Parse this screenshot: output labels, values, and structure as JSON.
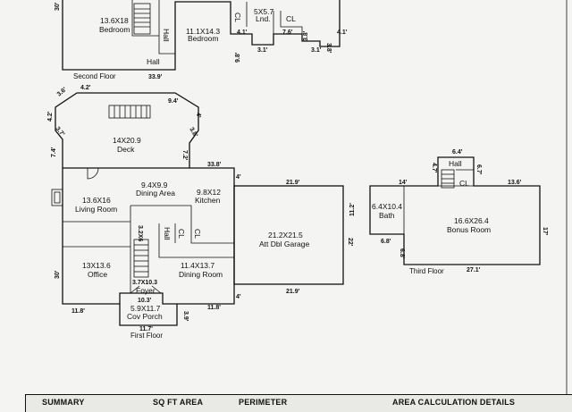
{
  "second_floor": {
    "label": "Second Floor",
    "rooms": [
      "13.6X18",
      "Bedroom",
      "Hall",
      "11.1X14.3",
      "Bedroom",
      "CL",
      "5X5.7",
      "Lnd.",
      "CL",
      "Hall"
    ],
    "dims": [
      "30'",
      "4.1'",
      "9.8'",
      "3.1'",
      "7.6'",
      "3.8'",
      "3.1'",
      "3.8'",
      "4.1'",
      "33.9'"
    ]
  },
  "first_floor": {
    "label": "First Floor",
    "rooms": [
      "14X20.9",
      "Deck",
      "9.4X9.9",
      "Dining Area",
      "13.6X16",
      "Living Room",
      "9.8X12",
      "Kitchen",
      "3.2X6",
      "Hall",
      "CL",
      "CL",
      "13X13.6",
      "Office",
      "11.4X13.7",
      "Dining Room",
      "3.7X10.3",
      "Foyer",
      "5.9X11.7",
      "Cov Porch",
      "21.2X21.5",
      "Att Dbl Garage"
    ],
    "dims": [
      "4.2'",
      "9.4'",
      "3.6'",
      "4.2'",
      "3.7'",
      "4'",
      "3.8'",
      "7.4'",
      "7.2'",
      "33.8'",
      "4'",
      "21.9'",
      "22'",
      "30'",
      "10.3'",
      "11.8'",
      "11.8'",
      "3.9'",
      "11.7'",
      "4'",
      "21.9'"
    ]
  },
  "third_floor": {
    "label": "Third Floor",
    "rooms": [
      "Hall",
      "CL",
      "6.4X10.4",
      "Bath",
      "16.6X26.4",
      "Bonus Room"
    ],
    "dims": [
      "6.4'",
      "4.7'",
      "6.7'",
      "14'",
      "13.6'",
      "11.2'",
      "17'",
      "6.8'",
      "6.8'",
      "27.1'"
    ]
  },
  "summary": {
    "col1": "SUMMARY",
    "col2": "SQ FT AREA",
    "col3": "PERIMETER",
    "col4": "AREA CALCULATION DETAILS"
  }
}
